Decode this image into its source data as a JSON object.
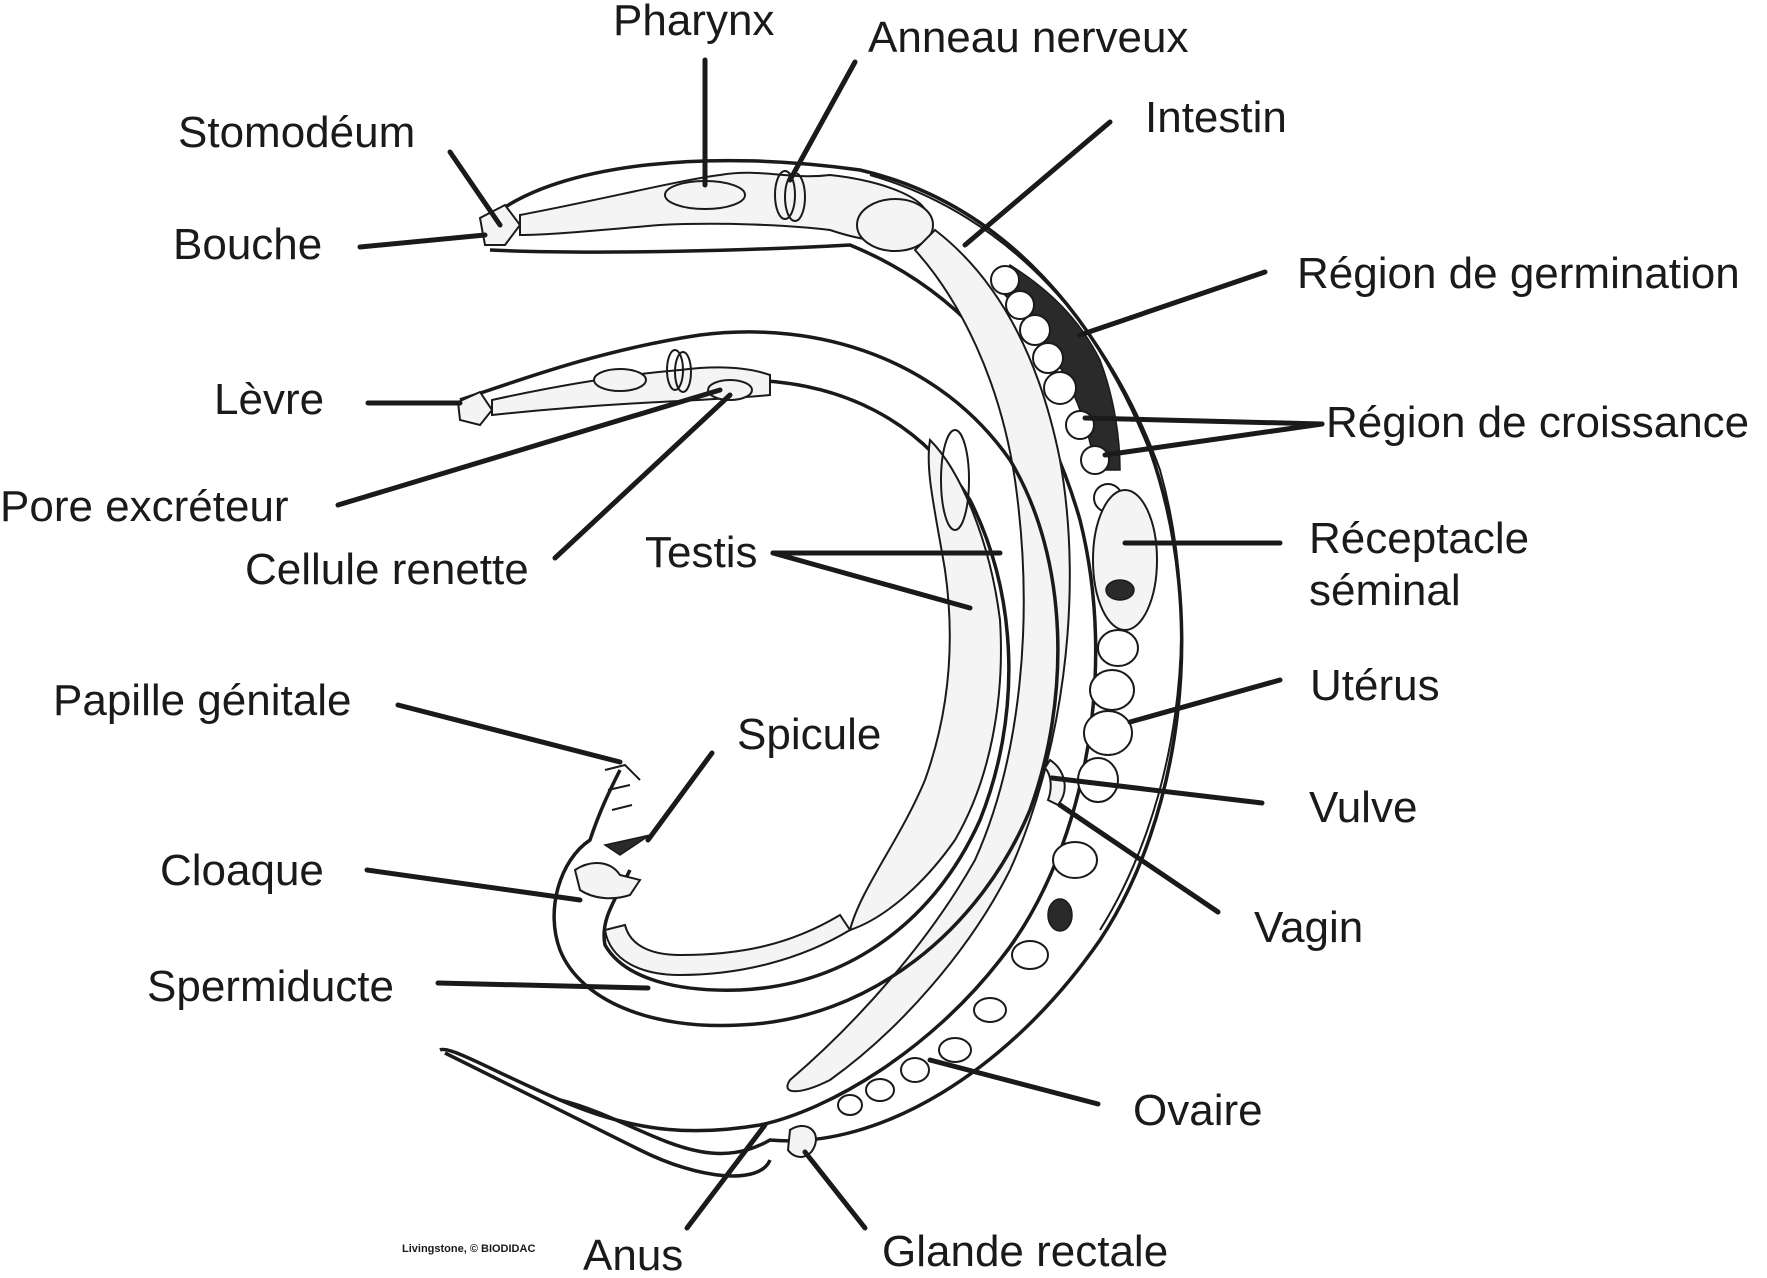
{
  "labels": {
    "pharynx": "Pharynx",
    "anneau_nerveux": "Anneau nerveux",
    "stomodeum": "Stomodéum",
    "intestin": "Intestin",
    "bouche": "Bouche",
    "region_germination": "Région de germination",
    "levre": "Lèvre",
    "region_croissance": "Région de croissance",
    "pore_excreteur": "Pore excréteur",
    "receptacle_line1": "Réceptacle",
    "receptacle_line2": "séminal",
    "cellule_renette": "Cellule renette",
    "testis": "Testis",
    "uterus": "Utérus",
    "papille_genitale": "Papille génitale",
    "spicule": "Spicule",
    "vulve": "Vulve",
    "cloaque": "Cloaque",
    "vagin": "Vagin",
    "spermiducte": "Spermiducte",
    "ovaire": "Ovaire",
    "anus": "Anus",
    "glande_rectale": "Glande rectale"
  },
  "credit": "Livingstone, © BIODIDAC"
}
